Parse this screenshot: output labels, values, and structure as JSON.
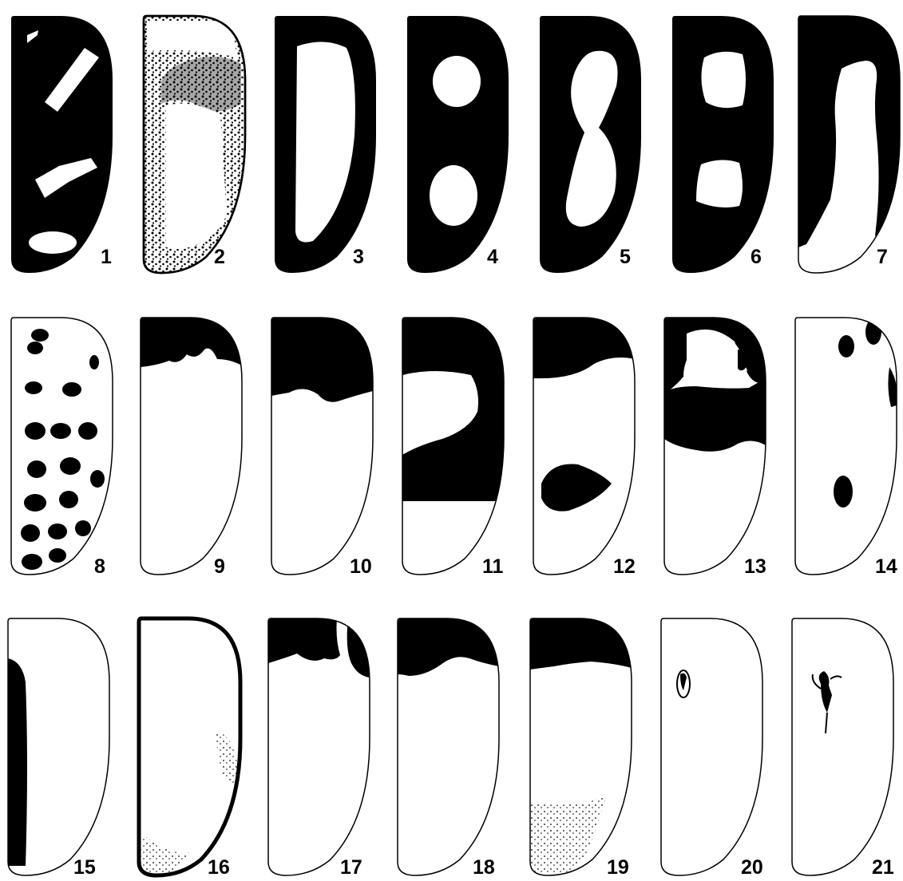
{
  "figures": [
    {
      "label": "1",
      "pattern": "black with three white streaks"
    },
    {
      "label": "2",
      "pattern": "stippled border, dense upper band"
    },
    {
      "label": "3",
      "pattern": "black rim, large white center"
    },
    {
      "label": "4",
      "pattern": "black with two white windows"
    },
    {
      "label": "5",
      "pattern": "black with hourglass window"
    },
    {
      "label": "6",
      "pattern": "black with two small windows"
    },
    {
      "label": "7",
      "pattern": "black hood, white lower end"
    },
    {
      "label": "8",
      "pattern": "white with black spots"
    },
    {
      "label": "9",
      "pattern": "narrow dark cap"
    },
    {
      "label": "10",
      "pattern": "dark cap to upper quarter"
    },
    {
      "label": "11",
      "pattern": "cap and mid-lower dark band"
    },
    {
      "label": "12",
      "pattern": "cap and central blotch"
    },
    {
      "label": "13",
      "pattern": "dark ring around upper white area"
    },
    {
      "label": "14",
      "pattern": "few scattered spots"
    },
    {
      "label": "15",
      "pattern": "dark stripe along left edge"
    },
    {
      "label": "16",
      "pattern": "dark outline, stippled lower end"
    },
    {
      "label": "17",
      "pattern": "split dark cap"
    },
    {
      "label": "18",
      "pattern": "dark cap"
    },
    {
      "label": "19",
      "pattern": "dark cap, stippled lower end"
    },
    {
      "label": "20",
      "pattern": "small eye mark"
    },
    {
      "label": "21",
      "pattern": "small winged mark"
    }
  ],
  "colors": {
    "ink": "#000000",
    "paper": "#ffffff"
  }
}
